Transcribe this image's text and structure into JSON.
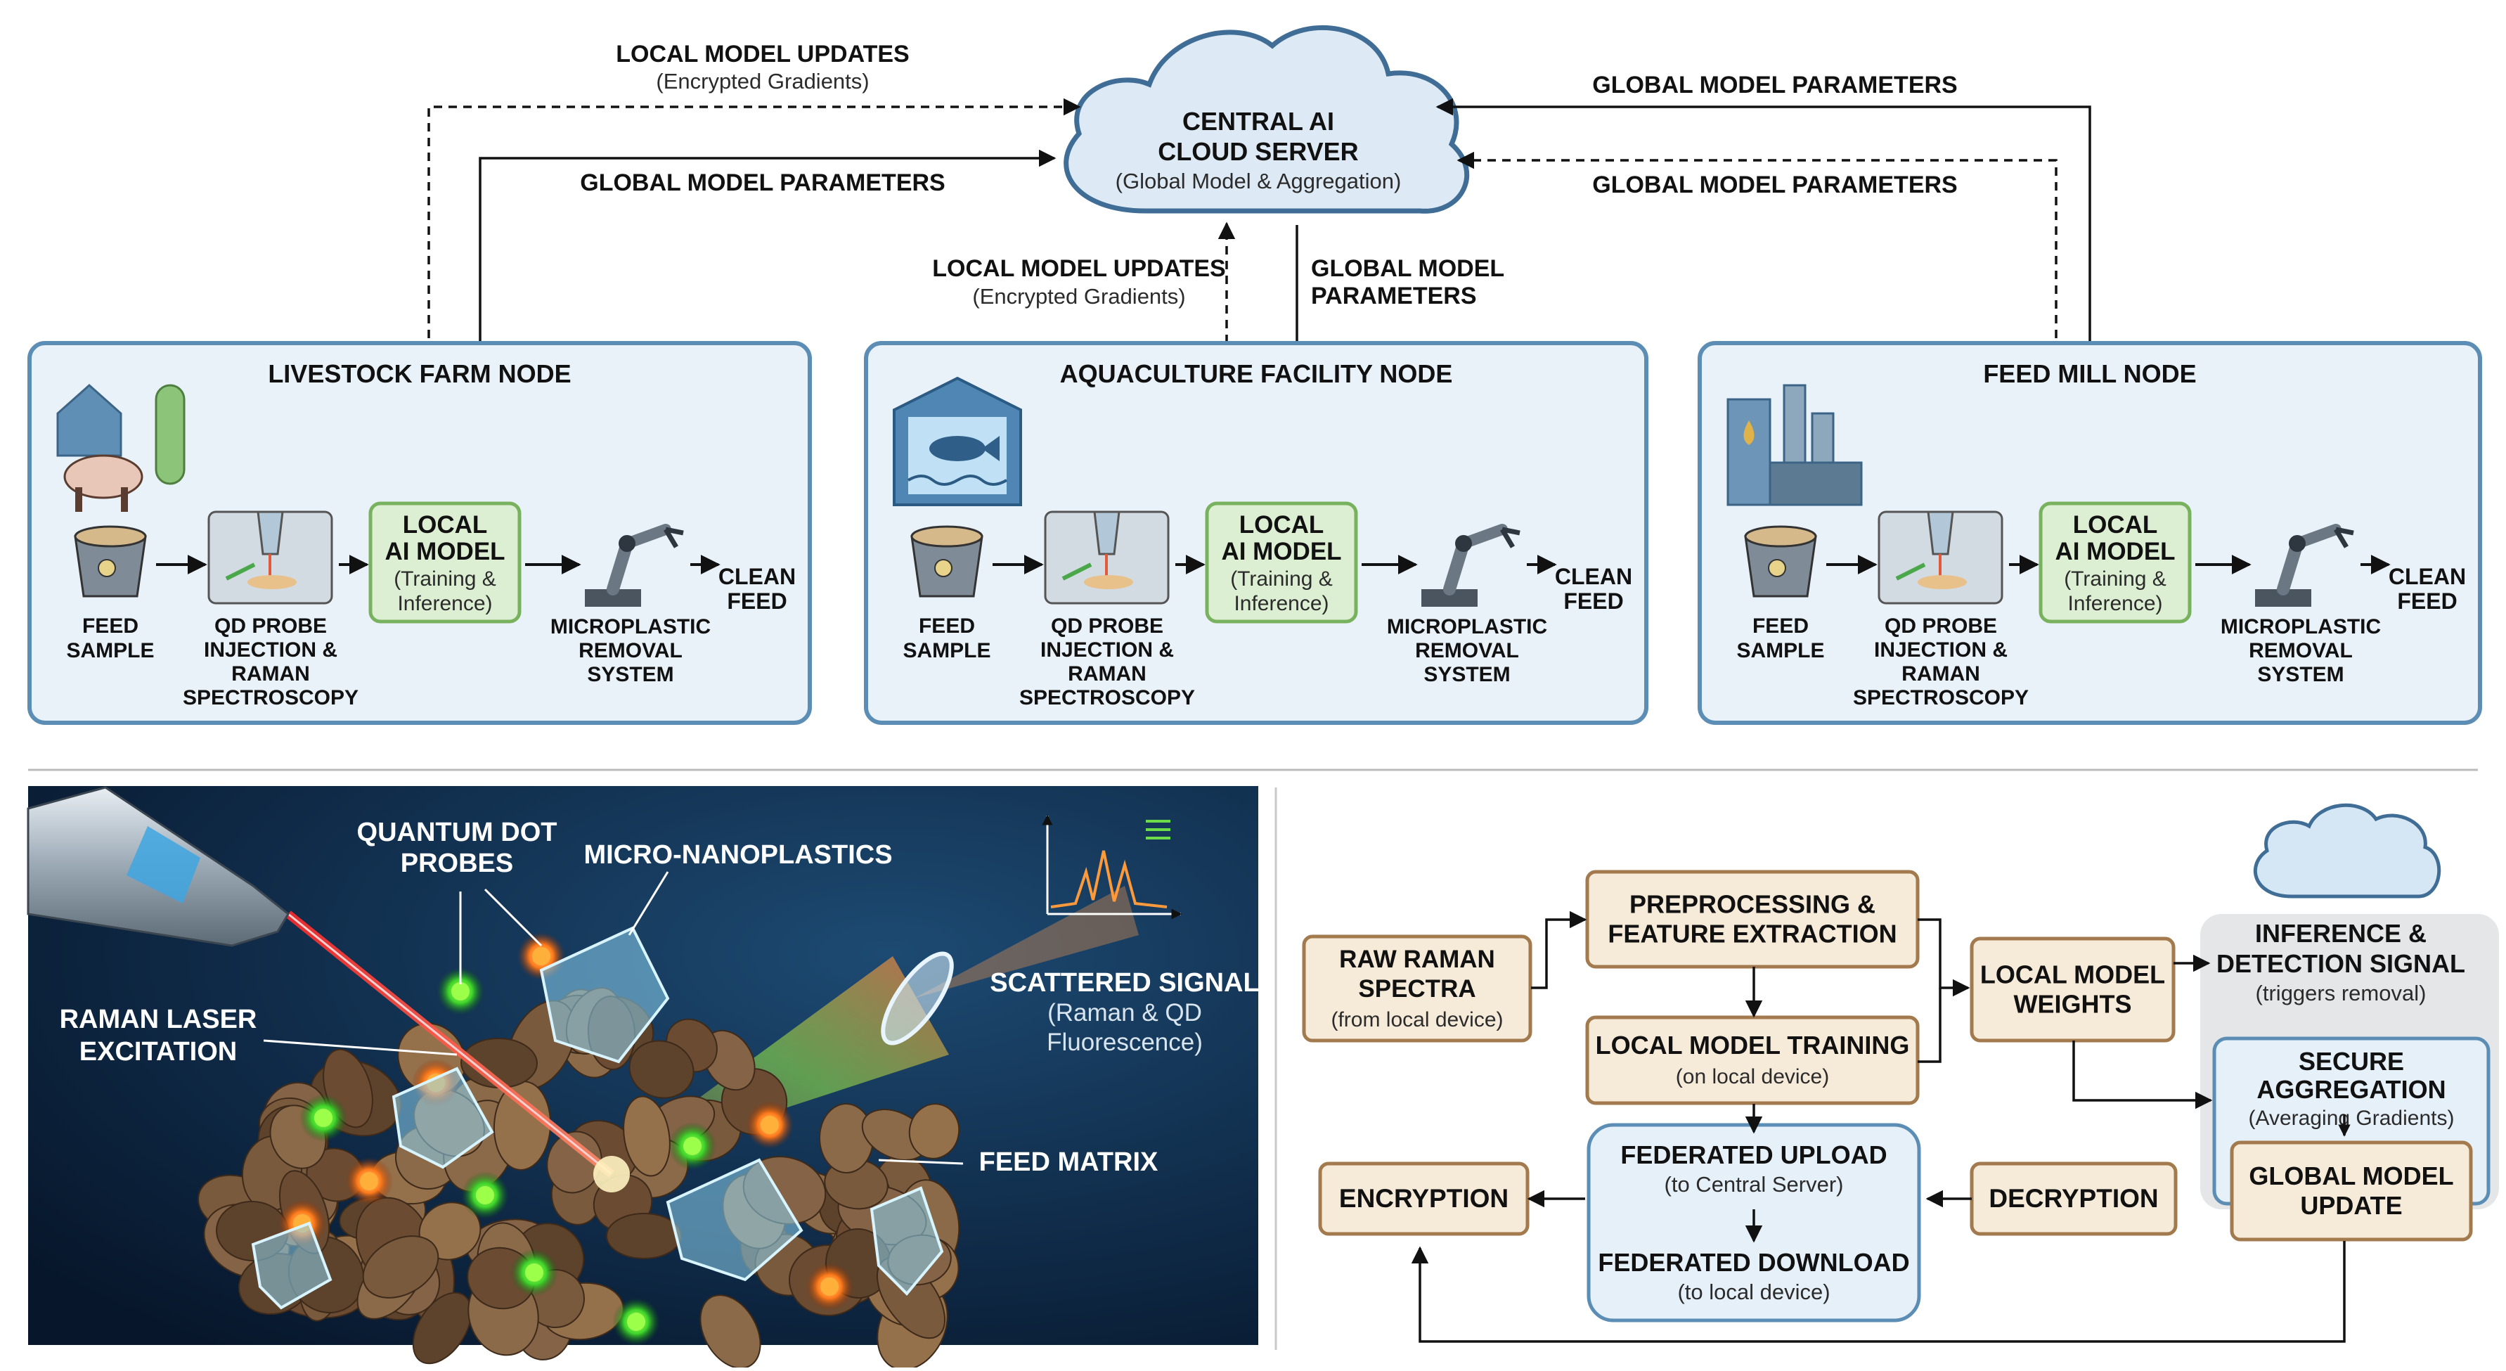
{
  "server": {
    "title_1": "CENTRAL AI",
    "title_2": "CLOUD SERVER",
    "subtitle": "(Global Model & Aggregation)"
  },
  "top_labels": {
    "left_updates": "LOCAL MODEL UPDATES",
    "left_updates_sub": "(Encrypted Gradients)",
    "left_params": "GLOBAL MODEL PARAMETERS",
    "center_updates": "LOCAL MODEL UPDATES",
    "center_updates_sub": "(Encrypted Gradients)",
    "center_params_1": "GLOBAL MODEL",
    "center_params_2": "PARAMETERS",
    "right_params_top": "GLOBAL MODEL PARAMETERS",
    "right_params_bottom": "GLOBAL MODEL PARAMETERS"
  },
  "nodes": [
    {
      "title": "LIVESTOCK FARM NODE",
      "icon": "farm-icon",
      "feed": [
        "FEED",
        "SAMPLE"
      ],
      "probe": [
        "QD PROBE",
        "INJECTION &",
        "RAMAN",
        "SPECTROSCOPY"
      ],
      "model": [
        "LOCAL",
        "AI MODEL",
        "(Training &",
        "Inference)"
      ],
      "removal": [
        "MICROPLASTIC",
        "REMOVAL",
        "SYSTEM"
      ],
      "clean": [
        "CLEAN",
        "FEED"
      ]
    },
    {
      "title": "AQUACULTURE FACILITY NODE",
      "icon": "fish-tank-icon",
      "feed": [
        "FEED",
        "SAMPLE"
      ],
      "probe": [
        "QD PROBE",
        "INJECTION &",
        "RAMAN",
        "SPECTROSCOPY"
      ],
      "model": [
        "LOCAL",
        "AI MODEL",
        "(Training &",
        "Inference)"
      ],
      "removal": [
        "MICROPLASTIC",
        "REMOVAL",
        "SYSTEM"
      ],
      "clean": [
        "CLEAN",
        "FEED"
      ]
    },
    {
      "title": "FEED MILL NODE",
      "icon": "factory-icon",
      "feed": [
        "FEED",
        "SAMPLE"
      ],
      "probe": [
        "QD PROBE",
        "INJECTION &",
        "RAMAN",
        "SPECTROSCOPY"
      ],
      "model": [
        "LOCAL",
        "AI MODEL",
        "(Training &",
        "Inference)"
      ],
      "removal": [
        "MICROPLASTIC",
        "REMOVAL",
        "SYSTEM"
      ],
      "clean": [
        "CLEAN",
        "FEED"
      ]
    }
  ],
  "illustration": {
    "qd_probes_1": "QUANTUM DOT",
    "qd_probes_2": "PROBES",
    "micro": "MICRO-NANOPLASTICS",
    "raman_1": "RAMAN LASER",
    "raman_2": "EXCITATION",
    "scatter_1": "SCATTERED SIGNAL",
    "scatter_2": "(Raman & QD",
    "scatter_3": "Fluorescence)",
    "feed_matrix": "FEED MATRIX"
  },
  "flow": {
    "raw": [
      "RAW RAMAN",
      "SPECTRA",
      "(from local device)"
    ],
    "preprocess": [
      "PREPROCESSING &",
      "FEATURE EXTRACTION"
    ],
    "training": [
      "LOCAL MODEL TRAINING",
      "(on local device)"
    ],
    "weights": [
      "LOCAL MODEL",
      "WEIGHTS"
    ],
    "inference": [
      "INFERENCE &",
      "DETECTION SIGNAL",
      "(triggers removal)"
    ],
    "secure": [
      "SECURE",
      "AGGREGATION",
      "(Averaging Gradients)"
    ],
    "global": [
      "GLOBAL MODEL",
      "UPDATE"
    ],
    "decryption": "DECRYPTION",
    "encryption": "ENCRYPTION",
    "fed_upload": [
      "FEDERATED UPLOAD",
      "(to Central Server)"
    ],
    "fed_download": [
      "FEDERATED DOWNLOAD",
      "(to local device)"
    ]
  },
  "colors": {
    "node_fill": "#eaf2f9",
    "node_stroke": "#5b8db5",
    "model_fill": "#dcefd2",
    "model_stroke": "#78b25f",
    "flow_fill": "#f6ead8",
    "flow_stroke": "#a27a4e",
    "cloud_fill": "#dde9f4",
    "cloud_stroke": "#3f6d96",
    "dark_panel": "#0f2740"
  }
}
